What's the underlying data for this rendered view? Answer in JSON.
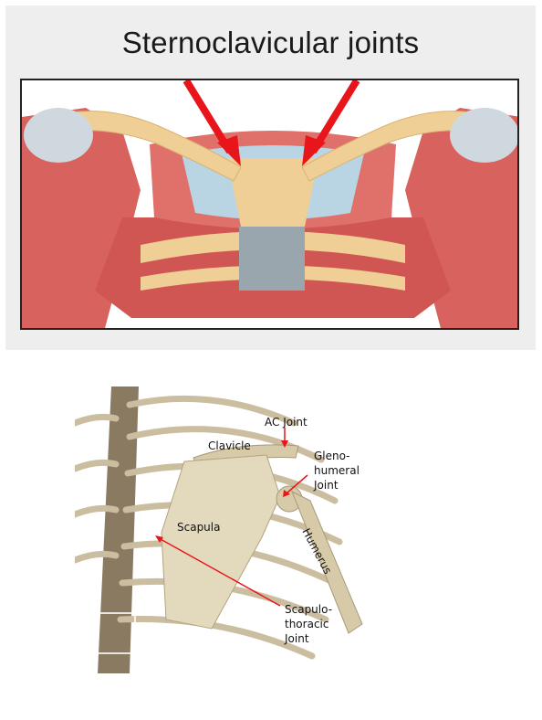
{
  "top_panel": {
    "title": "Sternoclavicular joints"
  },
  "bottom_panel": {
    "labels": {
      "ac_joint": "AC Joint",
      "clavicle": "Clavicle",
      "gleno_1": "Gleno-",
      "gleno_2": "humeral",
      "gleno_3": "Joint",
      "scapula": "Scapula",
      "humerus": "Humerus",
      "scap_1": "Scapulo-",
      "scap_2": "thoracic",
      "scap_3": "Joint"
    }
  },
  "colors": {
    "arrow": "#e8151b",
    "bone": "#f0cf96",
    "cartilage": "#b9d4e3",
    "muscle": "#d8625e"
  }
}
